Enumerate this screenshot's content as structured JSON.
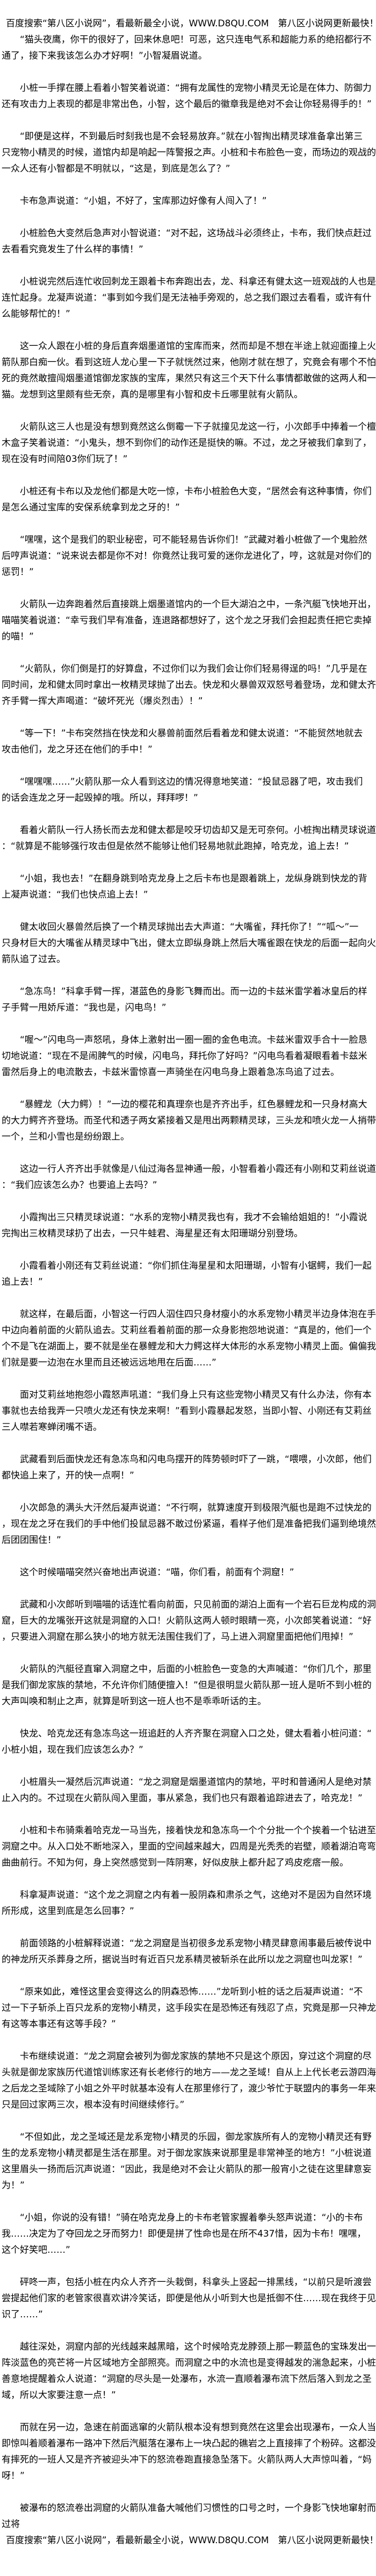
{
  "banner_top": "百度搜索“第八区小说网”，看最新最全小说，WWW.D8QU.COM　第八区小说网更新最快！",
  "banner_bottom": "百度搜索“第八区小说网”，看最新最全小说，WWW.D8QU.COM　第八区小说网更新最快！",
  "paragraphs": [
    [
      "“猫头夜鹰，你干的很好了，回来休息吧！可恶，这只连电气系和超能力系的绝招都行不",
      "通了，接下来我该怎么办才好啊！”小智凝眉说道。"
    ],
    [
      "小桩一手撑在腰上看着小智笑着说道：“拥有龙属性的宠物小精灵无论是在体力、防御力",
      "还有攻击力上表现的都是非常出色，小智，这个最后的徽章我是绝对不会让你轻易得手的！”"
    ],
    [
      "“即便是这样，不到最后时刻我也是不会轻易放弃。”就在小智掏出精灵球准备拿出第三",
      "只宠物小精灵的时候，道馆内却是响起一阵警报之声。小桩和卡布脸色一变，而场边的观战的",
      "一众人还有小智都是不明就以，“这是，到底是怎么了？”"
    ],
    [
      "卡布急声说道：“小姐，不好了，宝库那边好像有人闯入了！”"
    ],
    [
      "小桩脸色大变然后急声对小智说道：“对不起，这场战斗必须终止，卡布，我们快点赶过",
      "去看看究竟发生了什么样的事情！”"
    ],
    [
      "小桩说完然后连忙收回刺龙王跟着卡布奔跑出去，龙、科拿还有健太这一班观战的人也是",
      "连忙起身。龙凝声说道：“事到如今我们是无法袖手旁观的，总之我们跟过去看看，或许有什",
      "么能够帮忙的！”"
    ],
    [
      "这一众人跟在小桩的身后直奔烟墨道馆的宝库而来，然而却是不想在半途上就迎面撞上火",
      "箭队那白痴一伙。看到这班人龙心里一下子就恍然过来，他刚才就在想了，究竟会有哪个不怕",
      "死的竟然敢擅闯烟墨道馆御龙家族的宝库，果然只有这三个天下什么事情都敢做的这两人和一",
      "猫。龙想到这里颇有些无奈，真的是哪里有小智和皮卡丘哪里就有火箭队。"
    ],
    [
      "火箭队这三人也是没有想到竟然这么倒霉一下子就撞见龙这一行，小次郎手中捧着一个檀",
      "木盒子笑着说道：“小鬼头，想不到你们的动作还是挺快的嘛。不过，龙之牙被我们拿到了，",
      "现在没有时间陪03你们玩了！”"
    ],
    [
      "小桩还有卡布以及龙他们都是大吃一惊，卡布小桩脸色大变，“居然会有这种事情，你们",
      "是怎么通过宝库的安保系统拿到龙之牙的！”"
    ],
    [
      "“嘿嘿，这个是我们的职业秘密，可不能轻易告诉你们！”武藏对着小桩做了一个鬼脸然",
      "后哼声说道：“说来说去都是你不对！你竟然让我可爱的迷你龙进化了，哼，这就是对你们的",
      "惩罚！”"
    ],
    [
      "火箭队一边奔跑着然后直接跳上烟墨道馆内的一个巨大湖泊之中，一条汽艇飞快地开出，",
      "喵喵笑着说道：“幸亏我们早有准备，连退路都想好了，这个龙之牙我们会担起责任把它卖掉",
      "的喵！”"
    ],
    [
      "“火箭队，你们倒是打的好算盘，不过你们以为我们会让你们轻易得逞的吗！”几乎是在",
      "同时间，龙和健太同时拿出一枚精灵球抛了出去。快龙和火暴兽双双怒号着登场，龙和健太齐",
      "齐手臂一挥大声喝道：“破坏死光（爆炎烈击）！”"
    ],
    [
      "“等一下！”卡布突然挡在快龙和火暴兽前面然后看着龙和健太说道：“不能贸然地就去",
      "攻击他们，龙之牙还在他们的手中！”"
    ],
    [
      "“嘿嘿嘿……”火箭队那一众人看到这边的情况得意地笑道：“投鼠忌器了吧，攻击我们",
      "的话会连龙之牙一起毁掉的哦。所以，拜拜啰！”"
    ],
    [
      "看着火箭队一行人扬长而去龙和健太都是咬牙切齿却又是无可奈何。小桩掏出精灵球说道",
      "：“就算是不能够强行攻击但是依然不能够让他们轻易地就此跑掉，哈克龙，追上去！”"
    ],
    [
      "“小姐，我也去！”在翻身跳到哈克龙身上之后卡布也是跟着跳上，龙纵身跳到快龙的背",
      "上凝声说道：“我们也快点追上去！”"
    ],
    [
      "健太收回火暴兽然后换了一个精灵球抛出去大声道：“大嘴雀，拜托你了！”“呱～”一",
      "只身材巨大的大嘴雀从精灵球中飞出，健太立即纵身跳上然后大嘴雀跟在快龙的后面一起向火",
      "箭队追了过去。"
    ],
    [
      "“急冻鸟！”科拿手臂一挥，湛蓝色的身影飞舞而出。而一边的卡兹米雷学着冰皇后的样",
      "子手臂一甩娇斥道：“我也是，闪电鸟！”"
    ],
    [
      "“喔～”闪电鸟一声怒吼，身体上激射出一圈一圈的金色电流。卡兹米雷双手合十一脸恳",
      "切地说道：“现在不是闹脾气的时候，闪电鸟，拜托你了好吗？”闪电鸟看着凝眼看着卡兹米",
      "雷然后身上的电流散去，卡兹米雷惊喜一声骑坐在闪电鸟身上跟着急冻鸟追了过去。"
    ],
    [
      "“暴鲤龙（大力鳄）！”一边的樱花和真理奈也是齐齐出手，红色暴鲤龙和一只身材高大",
      "的大力鳄齐齐登场。而圣代和透子两女紧接着又是甩出两颗精灵球，三头龙和喷火龙一人捎带",
      "一个，兰和小雪也是纷纷跟上。"
    ],
    [
      "这边一行人齐齐出手就像是八仙过海各显神通一般，小智看着小霞还有小刚和艾莉丝说道",
      "：“我们应该怎么办？也要追上去吗？”"
    ],
    [
      "小霞掏出三只精灵球说道：“水系的宠物小精灵我也有，我才不会输给姐姐的！”小霞说",
      "完掏出三枚精灵球扔了出去，一只牛蛙君、海星星还有太阳珊瑚分别登场。"
    ],
    [
      "小霞看着小刚还有艾莉丝说道：“你们抓住海星星和太阳珊瑚，小智有小锯鳄，我们一起",
      "追上去！”"
    ],
    [
      "就这样，在最后面，小智这一行四人泅住四只身材瘦小的水系宠物小精灵半边身体泡在手",
      "中边向着前面的火箭队追去。艾莉丝看着前面的那一众身影抱怨地说道：“真是的，他们一个",
      "个不是飞在湖面上，要不就是坐在暴鲤龙和大力鳄这样大体形的水系宠物小精灵上面。偏偏我",
      "们就是要一边泡在水里而且还被远远地甩在后面……”"
    ],
    [
      "面对艾莉丝地抱怨小霞怒声吼道：“我们身上只有这些宠物小精灵又有什么办法，你有本",
      "事就也去给我弄一只喷火龙还有快龙来啊！”看到小霞暴起发怒，当即小智、小刚还有艾莉丝",
      "三人噤若寒蝉闭嘴不语。"
    ],
    [
      "武藏看到后面快龙还有急冻鸟和闪电鸟摆开的阵势顿时吓了一跳，“喂喂，小次郎，他们",
      "都快追上来了，开的快一点啊！”"
    ],
    [
      "小次郎急的满头大汗然后凝声说道：“不行啊，就算速度开到极限汽艇也是跑不过快龙的",
      "，现在龙之牙在我们的手中他们投鼠忌器不敢过份紧逼，看样子他们是准备把我们逼到绝境然",
      "后团团围住！”"
    ],
    [
      "这个时候喵喵突然兴奋地出声说道：“喵，你们看，前面有个洞窟！”"
    ],
    [
      "武藏和小次郎听到喵喵的话连忙看向前面，只见前面的湖泊上面有一个岩石巨龙构成的洞",
      "窟，巨大的龙嘴张开这就是洞窟的入口！火箭队这两人顿时眼睛一亮，小次郎笑着说道：“好",
      "，只要进入洞窟在那么狭小的地方就无法围住我们了，马上进入洞窟里面把他们甩掉！”"
    ],
    [
      "火箭队的汽艇径直窜入洞窟之中，后面的小桩脸色一变急的大声喊道：“你们几个，那里",
      "是我们御龙家族的禁地，不允许你们随便擅入！”但是很明显火箭队那一班人是听不到小桩的",
      "大声叫唤和制止之声，就算是听到这一班人也不是乖乖听话的主。"
    ],
    [
      "快龙、哈克龙还有急冻鸟这一班追赶的人齐齐聚在洞窟入口之处，健太看着小桩问道：“",
      "小桩小姐，现在我们应该怎么办？”"
    ],
    [
      "小桩眉头一凝然后沉声说道：“龙之洞窟是烟墨道馆内的禁地，平时和普通闲人是绝对禁",
      "止入内的。不过现在火箭队闯入里面，事从紧急，我们也只有跟着追踪进去了，哈克龙！”"
    ],
    [
      "小桩和卡布骑乘着哈克龙一马当先，接着快龙和急冻鸟一个个分批一个个挨着一个钻进至",
      "洞窟之中。从入口处不断地深入，里面的空间越来越大，四周是光秃秃的岩壁，顺着湖泊弯弯",
      "曲曲前行。不知为何，身上突然感觉到一阵阴寒，好似皮肤上都升起了鸡皮疙瘩一般。"
    ],
    [
      "科拿凝声说道：“这个龙之洞窟之内有着一股阴森和肃杀之气，这绝对不是因为自然环境",
      "所形成，这里到底是怎么回事？”"
    ],
    [
      "前面领路的小桩解释说道：“龙之洞窟是当初很多龙系宠物小精灵肆意闹事最后被传说中",
      "的神龙所灭杀葬身之所，据说当时有近百只龙系精灵被斩杀在此所以龙之洞窟也叫龙冢！”"
    ],
    [
      "“原来如此，难怪这里会变得这么的阴森恐怖……”龙听到小桩的话之后凝声说道：“不",
      "过一下子斩杀上百只龙系的宠物小精灵，这手段实在是恐怖还有残忍了点，究竟是那一只神龙",
      "有这等本事还有这等手段？”"
    ],
    [
      "卡布继续说道：“龙之洞窟会被列为御龙家族的禁地不只是这个原因，穿过这个洞窟的尽",
      "头就是御龙家族历代道馆训练家还有长老修行的地方——龙之圣域！自从上上代长老云游四海",
      "之后龙之圣域除了小姐之外平时就基本没有人在那里修行了，渡少爷忙于联盟内的事务一年来",
      "只是回过家两三次，根本没有时间继续修行。”"
    ],
    [
      "“不但如此，龙之圣域还是龙系宠物小精灵的乐园，御龙家族所有人的宠物小精灵还有野",
      "生的龙系宠物小精灵都是生活在那里。对于御龙家族来说那里是非常神圣的地方！”小桩说道",
      "这里眉头一扬而后沉声说道：“因此，我是绝对不会让火箭队的那一般宵小之徒在这里肆意妄",
      "为！”"
    ],
    [
      "“小姐，你说的没有错！”骑在哈克龙身上的卡布老管家握着拳头怒声说道：“小的卡布",
      "我……决定为了夺回龙之牙而努力！即便是拼了性命也是在所不437惜，因为卡布！嘿嘿，",
      "这个好笑吧……”"
    ],
    [
      "砰咚一声，包括小桩在内众人齐齐一头栽倒，科拿头上竖起一排黑线，“以前只是听渡尝",
      "尝提起他们家的老管家很喜欢讲冷笑话，即便是他从小听到大也是抵御不住……现在我终于见",
      "识了……”"
    ],
    [
      "越往深处，洞窟内部的光线越来越黑暗，这个时候哈克龙脖颈上那一颗蓝色的宝珠发出一",
      "阵淡蓝色的亮芒将一片区域地方全部照亮。而洞窟之中的水流也是变得越发的湍急起来，小桩",
      "善意地提醒着众人说道：“洞窟的尽头是一处瀑布，水流一直顺着瀑布流下然后落入到龙之圣",
      "域，所以大家要注意一点！”"
    ],
    [
      "而就在另一边，急速在前面逃窜的火箭队根本没有想到竟然在这里会出现瀑布，一众人当",
      "即惊叫着顺着瀑布一路冲下然后汽艇落在瀑布上一块凸起的礁岩之上直接摔了个粉碎。这都没",
      "有摔死的一班人又是齐齐被迎头冲下的怒流卷跑直接急坠落下。火箭队两人大声惊叫着，“妈",
      "呀！”"
    ],
    [
      "被瀑布的怒流卷出洞窟的火箭队准备大喊他们习惯性的口号之时，一个身影飞快地窜射而",
      "过将"
    ]
  ]
}
